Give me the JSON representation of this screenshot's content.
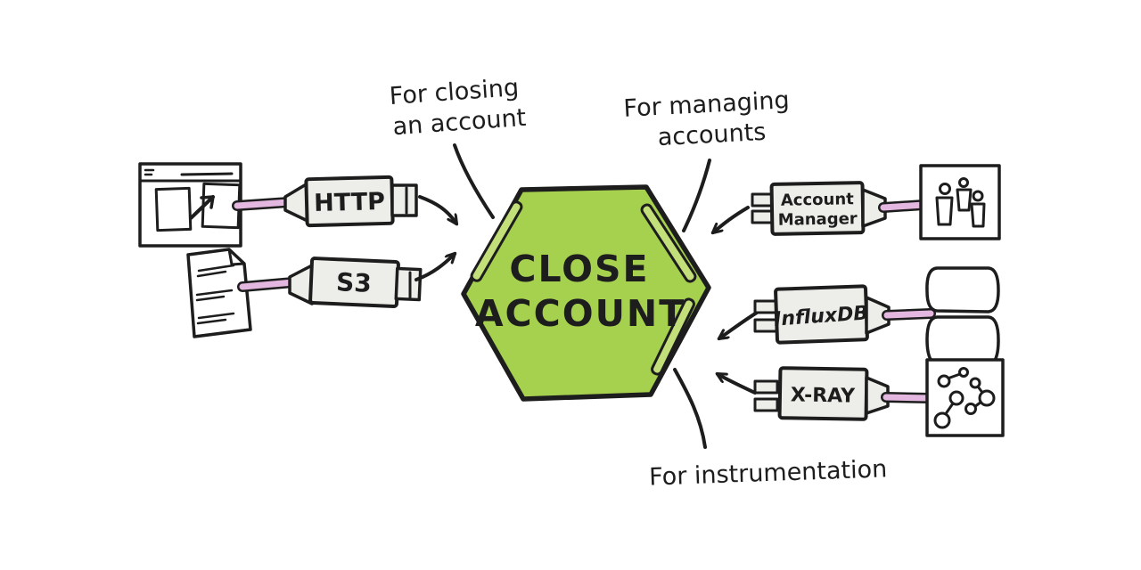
{
  "hexagon": {
    "line1": "CLOSE",
    "line2": "ACCOUNT"
  },
  "annotations": {
    "closing_line1": "For closing",
    "closing_line2": "an account",
    "managing_line1": "For managing",
    "managing_line2": "accounts",
    "instrumentation": "For instrumentation"
  },
  "adapters": {
    "http": {
      "label": "HTTP"
    },
    "s3": {
      "label": "S3"
    },
    "account_manager": {
      "label_line1": "Account",
      "label_line2": "Manager"
    },
    "influxdb": {
      "label": "InfluxDB"
    },
    "xray": {
      "label": "X-RAY"
    }
  },
  "icons": {
    "browser": "browser-window-icon",
    "document": "document-icon",
    "users": "users-icon",
    "database": "database-icon",
    "trace_graph": "trace-graph-icon"
  },
  "colors": {
    "hex_fill": "#a6d14f",
    "slot_fill": "#c3df7a",
    "outline": "#1d1d1d",
    "plug_fill": "#edede9",
    "cable": "#e4b7e0",
    "background": "#ffffff"
  }
}
